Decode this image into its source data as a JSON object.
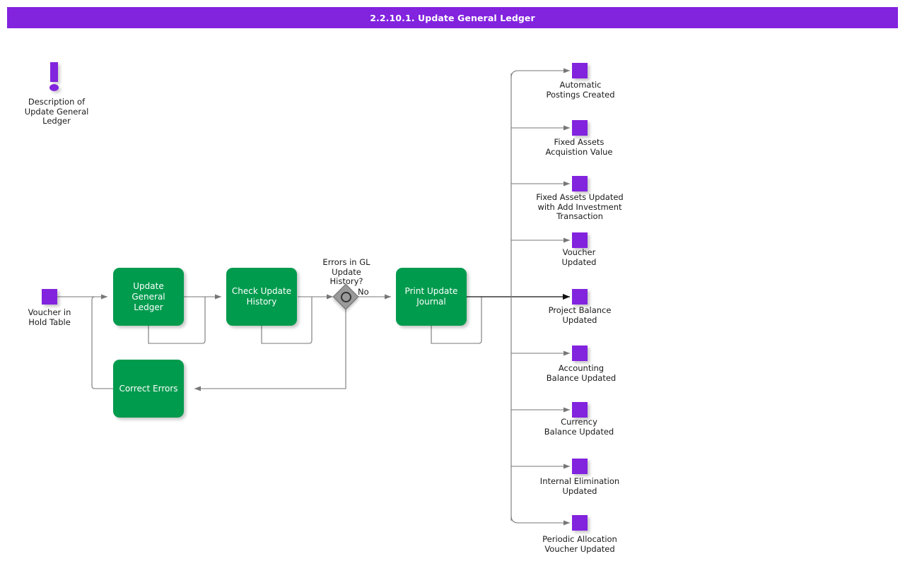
{
  "titlebar": {
    "title": "2.2.10.1. Update General Ledger",
    "bg_color": "#8223de",
    "text_color": "#ffffff"
  },
  "palette": {
    "event_purple": "#8223de",
    "task_green": "#009b4d",
    "gateway_gray": "#9a9a9a",
    "edge_gray": "#777777",
    "edge_black": "#111111",
    "text_dark": "#1a1a1a"
  },
  "annotation": {
    "icon_name": "exclamation-annotation-icon",
    "label": "Description of\nUpdate General\nLedger"
  },
  "start_event": {
    "name": "voucher-in-hold-table",
    "label": "Voucher in\nHold Table"
  },
  "tasks": [
    {
      "id": "update-general-ledger",
      "label": "Update General\nLedger"
    },
    {
      "id": "check-update-history",
      "label": "Check Update\nHistory"
    },
    {
      "id": "correct-errors",
      "label": "Correct Errors"
    },
    {
      "id": "print-update-journal",
      "label": "Print Update\nJournal"
    }
  ],
  "gateway": {
    "id": "errors-in-gl-update-history",
    "label": "Errors in GL\nUpdate\nHistory?",
    "outgoing_label_no": "No"
  },
  "end_events": [
    {
      "id": "automatic-postings-created",
      "label": "Automatic\nPostings Created",
      "arrow": "gray"
    },
    {
      "id": "fixed-assets-acquistion-value",
      "label": "Fixed Assets\nAcquistion Value",
      "arrow": "gray"
    },
    {
      "id": "fixed-assets-updated-add-investment",
      "label": "Fixed Assets Updated\nwith Add Investment\nTransaction",
      "arrow": "gray"
    },
    {
      "id": "voucher-updated",
      "label": "Voucher\nUpdated",
      "arrow": "gray"
    },
    {
      "id": "project-balance-updated",
      "label": "Project Balance\nUpdated",
      "arrow": "black"
    },
    {
      "id": "accounting-balance-updated",
      "label": "Accounting\nBalance Updated",
      "arrow": "gray"
    },
    {
      "id": "currency-balance-updated",
      "label": "Currency\nBalance Updated",
      "arrow": "gray"
    },
    {
      "id": "internal-elimination-updated",
      "label": "Internal Elimination\nUpdated",
      "arrow": "gray"
    },
    {
      "id": "periodic-allocation-voucher-updated",
      "label": "Periodic Allocation\nVoucher Updated",
      "arrow": "gray"
    }
  ]
}
